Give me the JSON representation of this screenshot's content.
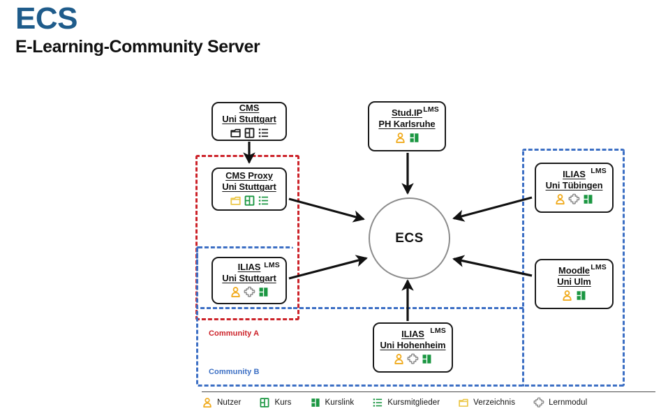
{
  "header": {
    "title": "ECS",
    "subtitle": "E-Learning-Community Server",
    "title_color": "#1f5c8b"
  },
  "hub": {
    "label": "ECS",
    "border_color": "#8c8c8c"
  },
  "colors": {
    "nutzer": "#f0ab1e",
    "kurs": "#1a9641",
    "kurslink": "#1a9641",
    "kursmitglieder": "#1a9641",
    "verzeichnis": "#ecc84a",
    "lernmodul": "#8c8c8c",
    "black": "#1a1a1a",
    "community_a": "#cc2229",
    "community_b": "#3c6fc4"
  },
  "nodes": [
    {
      "id": "cms-stuttgart",
      "tag": "",
      "line1": "CMS",
      "line2": "Uni Stuttgart",
      "icons": [
        "verzeichnis-icon",
        "kurs-icon",
        "kursmitglieder-icon"
      ],
      "icon_style": "black"
    },
    {
      "id": "cms-proxy-stuttgart",
      "tag": "",
      "line1": "CMS Proxy",
      "line2": "Uni Stuttgart",
      "icons": [
        "verzeichnis-icon",
        "kurs-icon",
        "kursmitglieder-icon"
      ],
      "icon_style": "color"
    },
    {
      "id": "ilias-stuttgart",
      "tag": "LMS",
      "line1": "ILIAS",
      "line2": "Uni Stuttgart",
      "icons": [
        "nutzer-icon",
        "lernmodul-icon",
        "kurslink-icon"
      ],
      "icon_style": "color"
    },
    {
      "id": "studip-karlsruhe",
      "tag": "LMS",
      "line1": "Stud.IP",
      "line2": "PH Karlsruhe",
      "icons": [
        "nutzer-icon",
        "kurslink-icon"
      ],
      "icon_style": "color"
    },
    {
      "id": "ilias-tuebingen",
      "tag": "LMS",
      "line1": "ILIAS",
      "line2": "Uni Tübingen",
      "icons": [
        "nutzer-icon",
        "lernmodul-icon",
        "kurslink-icon"
      ],
      "icon_style": "color"
    },
    {
      "id": "moodle-ulm",
      "tag": "LMS",
      "line1": "Moodle",
      "line2": "Uni Ulm",
      "icons": [
        "nutzer-icon",
        "kurslink-icon"
      ],
      "icon_style": "color"
    },
    {
      "id": "ilias-hohenheim",
      "tag": "LMS",
      "line1": "ILIAS",
      "line2": "Uni Hohenheim",
      "icons": [
        "nutzer-icon",
        "lernmodul-icon",
        "kurslink-icon"
      ],
      "icon_style": "color"
    }
  ],
  "communities": [
    {
      "id": "community-a",
      "label": "Community A",
      "color": "#cc2229"
    },
    {
      "id": "community-b",
      "label": "Community B",
      "color": "#3c6fc4"
    }
  ],
  "legend": [
    {
      "icon": "nutzer-icon",
      "label": "Nutzer"
    },
    {
      "icon": "kurs-icon",
      "label": "Kurs"
    },
    {
      "icon": "kurslink-icon",
      "label": "Kurslink"
    },
    {
      "icon": "kursmitglieder-icon",
      "label": "Kursmitglieder"
    },
    {
      "icon": "verzeichnis-icon",
      "label": "Verzeichnis"
    },
    {
      "icon": "lernmodul-icon",
      "label": "Lernmodul"
    }
  ]
}
